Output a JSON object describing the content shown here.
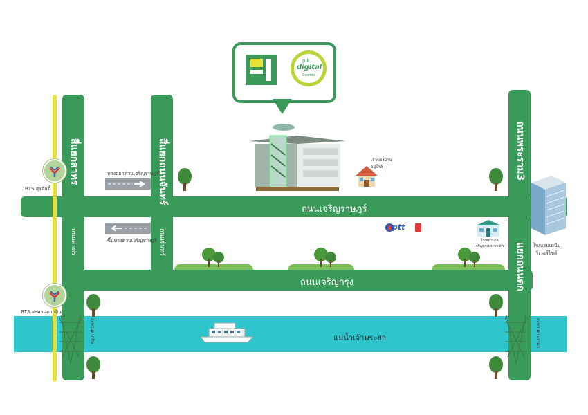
{
  "colors": {
    "road": "#3a9a5a",
    "river": "#2ec5cc",
    "bts_line": "#e5e03a",
    "tree": "#3f8a3a",
    "ground": "#7cbf5a"
  },
  "roads": {
    "charoen_rat": "ถนนเจริญราษฎร์",
    "charoen_krung": "ถนนเจริญกรุง",
    "sathorn_junction": "สี่แยกสาทร",
    "chan_junction": "สี่แยกถนนจันทร์",
    "sathorn": "ถนนสาทร",
    "chan": "ถนนจันทร์",
    "rama3": "ถนนพระราม3",
    "tok": "แยกถนนตก"
  },
  "river": {
    "label": "แม่น้ำเจ้าพระยา"
  },
  "bts": {
    "surasak": "BTS สุรศักดิ์",
    "saphan_taksin": "BTS สะพานตากสิน"
  },
  "landmarks": {
    "expressway_in": "ทางออกด่วนเจริญราษฎร์",
    "expressway_out": "ขึ้นทางด่วนเจริญราษฎร์",
    "bridge_left": "สะพานตากสิน",
    "bridge_right": "สะพานพระราม3",
    "hotel": "โรงแรมเมนัม\nริเวอร์ไซด์",
    "house": "เจ้าของบ้าน\nอยู่ใกล้",
    "school": "โรงพยาบาล\nเจริญกรุงประชารักษ์",
    "ptt": "ptt"
  },
  "logo": {
    "brand_line1": "p.k.",
    "brand_line2": "digital",
    "brand_line3": "Cosmic"
  },
  "icons": {
    "bts": "bts-logo-icon",
    "tree": "tree-icon",
    "house": "house-icon",
    "hospital": "hospital-icon",
    "hotel": "hotel-tower-icon",
    "boat": "boat-icon",
    "ptt": "ptt-fuel-icon",
    "building": "office-building-icon",
    "bridge": "bridge-icon"
  }
}
